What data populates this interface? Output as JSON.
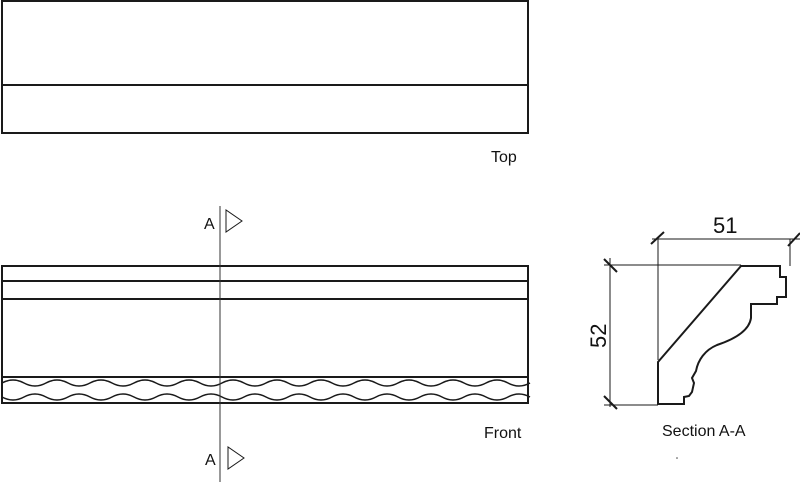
{
  "views": {
    "top_label": "Top",
    "front_label": "Front",
    "section_label": "Section A-A"
  },
  "section_cut": {
    "marker_top": "A",
    "marker_bottom": "A"
  },
  "dimensions": {
    "width": "51",
    "height": "52"
  },
  "colors": {
    "line": "#1a1a1a",
    "background": "#ffffff"
  }
}
